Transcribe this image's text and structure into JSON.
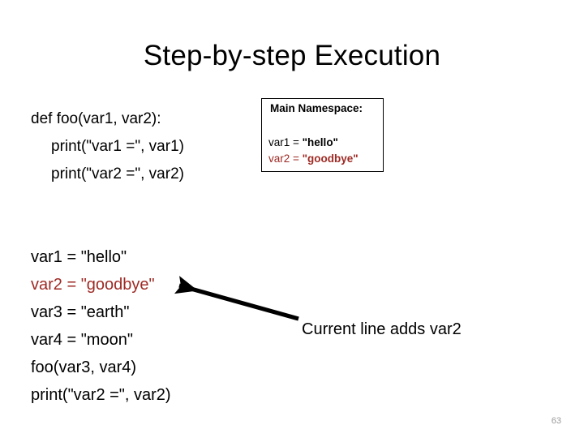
{
  "slide": {
    "title": "Step-by-step Execution",
    "page_number": "63",
    "background_color": "#ffffff",
    "accent_red": "#9E2A24",
    "text_color": "#000000",
    "page_number_color": "#9a9a9a"
  },
  "function_definition": {
    "name": "function-definition-code",
    "lines": [
      {
        "text": "def foo(var1, var2):",
        "indent": 0,
        "color": "#000000"
      },
      {
        "text": "print(\"var1 =\", var1)",
        "indent": 1,
        "color": "#000000"
      },
      {
        "text": "print(\"var2 =\", var2)",
        "indent": 1,
        "color": "#000000"
      }
    ]
  },
  "namespace_box": {
    "title": "Main Namespace:",
    "variables": [
      {
        "name": "var1 = ",
        "value": "\"hello\"",
        "color": "#000000",
        "highlight": false
      },
      {
        "name": "var2 = ",
        "value": "\"goodbye\"",
        "color": "#9E2A24",
        "highlight": true
      }
    ],
    "border_color": "#000000"
  },
  "main_code": {
    "name": "main-program-code",
    "lines": [
      {
        "text": "var1 = \"hello\"",
        "color": "#000000",
        "highlighted": false
      },
      {
        "text": "var2 = \"goodbye\"",
        "color": "#9E2A24",
        "highlighted": true
      },
      {
        "text": "var3 = \"earth\"",
        "color": "#000000",
        "highlighted": false
      },
      {
        "text": "var4 = \"moon\"",
        "color": "#000000",
        "highlighted": false
      },
      {
        "text": "foo(var3, var4)",
        "color": "#000000",
        "highlighted": false
      },
      {
        "text": "print(\"var2 =\", var2)",
        "color": "#000000",
        "highlighted": false
      }
    ]
  },
  "annotation": {
    "caption": "Current line adds var2",
    "arrow_color": "#000000",
    "arrow_points_to": "var2 = \"goodbye\""
  }
}
